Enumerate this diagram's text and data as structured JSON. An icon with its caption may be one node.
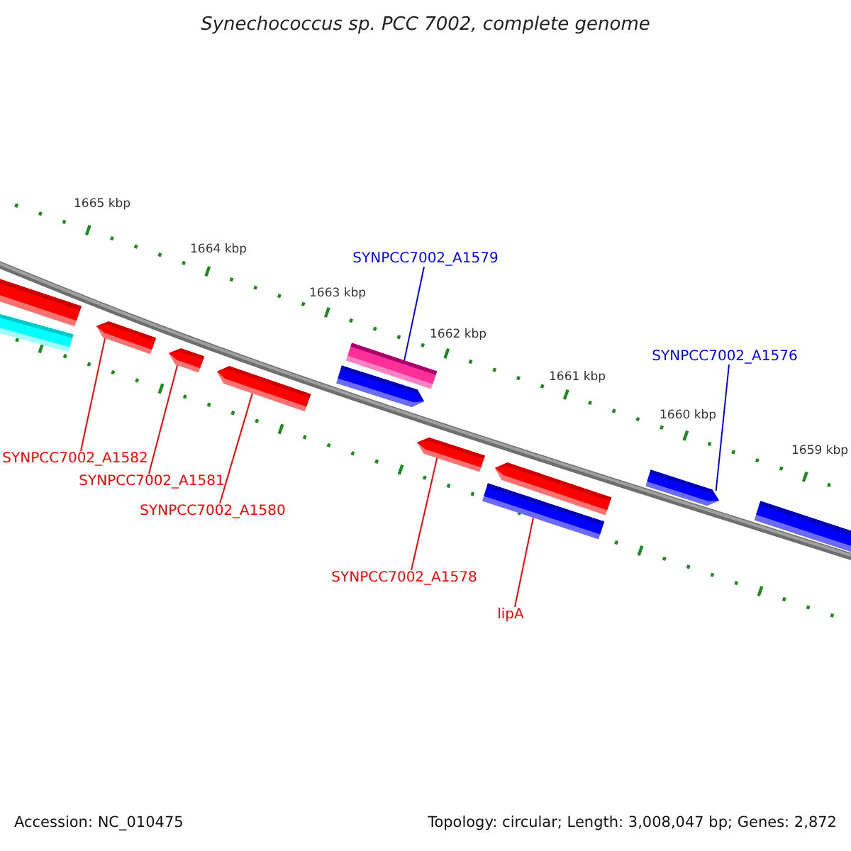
{
  "diagram": {
    "title": "Synechococcus sp. PCC 7002, complete genome",
    "nodes": [
      {
        "text": [
          "SYNPCC7002_A1579"
        ]
      },
      {
        "text": [
          "SYNPCC7002_A1576"
        ]
      },
      {
        "text": [],
        "shape": "bar"
      },
      {
        "text": [],
        "shape": "bar"
      },
      {
        "text": [],
        "shape": "pentagon"
      },
      {
        "text": [],
        "shape": "pentagon"
      },
      {
        "text": [],
        "shape": "pentagon"
      },
      {
        "text": [],
        "shape": "bar"
      },
      {
        "text": [],
        "shape": "pentagon"
      },
      {
        "text": [],
        "shape": "pentagon"
      },
      {
        "text": [],
        "shape": "pentagon"
      },
      {
        "text": [],
        "shape": "bar"
      },
      {
        "text": [],
        "shape": "pentagon"
      },
      {
        "text": [],
        "shape": "bar"
      },
      {
        "text": [
          "SYNPCC7002_A1582"
        ]
      },
      {
        "text": [
          "SYNPCC7002_A1581"
        ]
      },
      {
        "text": [
          "SYNPCC7002_A1580"
        ]
      },
      {
        "text": [
          "SYNPCC7002_A1578"
        ]
      },
      {
        "text": [
          "lipA"
        ]
      }
    ],
    "edges": [
      {
        "from": 0,
        "to": 7,
        "arrow": "none",
        "color": "#0000ff"
      },
      {
        "from": 1,
        "to": 12,
        "arrow": "none",
        "color": "#0000ff"
      },
      {
        "from": 14,
        "to": 4,
        "arrow": "none"
      },
      {
        "from": 15,
        "to": 5,
        "arrow": "none"
      },
      {
        "from": 16,
        "to": 6,
        "arrow": "none"
      },
      {
        "from": 17,
        "to": 9,
        "arrow": "none"
      },
      {
        "from": 18,
        "to": 11,
        "arrow": "none"
      }
    ],
    "labels": [
      "1665 kbp",
      "1664 kbp",
      "1663 kbp",
      "1662 kbp",
      "1661 kbp",
      "1660 kbp",
      "1659 kbp",
      "Accession: NC_010475",
      "Topology: circular; Length: 3,008,047 bp; Genes: 2,872"
    ]
  }
}
